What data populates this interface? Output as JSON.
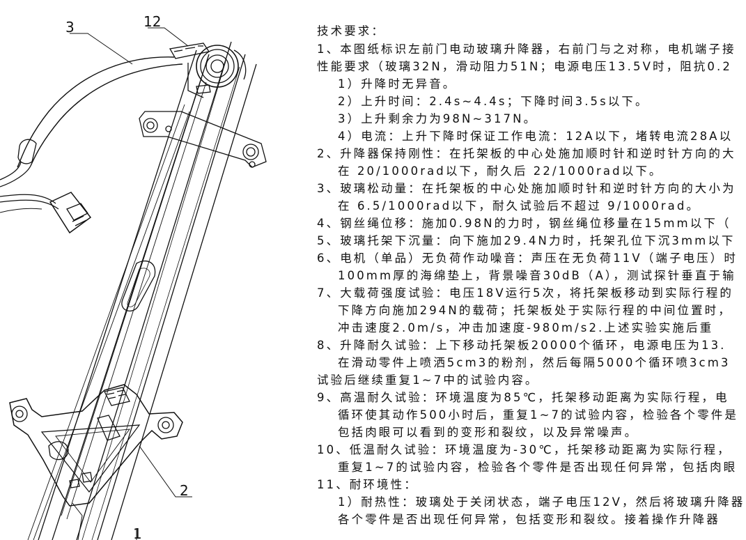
{
  "drawing": {
    "callouts": [
      "3",
      "12",
      "2",
      "1"
    ]
  },
  "notes": {
    "title": "技术要求：",
    "lines": [
      "1、本图纸标识左前门电动玻璃升降器，右前门与之对称，电机端子接",
      "性能要求（玻璃32N，滑动阻力51N；电源电压13.5V时，阻抗0.2",
      "1）升降时无异音。",
      "2）上升时间：2.4s~4.4s；下降时间3.5s以下。",
      "3）上升剩余力为98N~317N。",
      "4）电流：上升下降时保证工作电流：12A以下，堵转电流28A以",
      "2、升降器保持刚性：在托架板的中心处施加顺时针和逆时针方向的大",
      "在  20/1000rad以下，耐久后  22/1000rad以下。",
      "3、玻璃松动量：在托架板的中心处施加顺时针和逆时针方向的大小为",
      "在  6.5/1000rad以下，耐久试验后不超过  9/1000rad。",
      "4、钢丝绳位移：施加0.98N的力时，钢丝绳位移量在15mm以下（",
      "5、玻璃托架下沉量：向下施加29.4N力时，托架孔位下沉3mm以下",
      "6、电机（单品）无负荷作动噪音：声压在无负荷11V（端子电压）时",
      "100mm厚的海绵垫上，背景噪音30dB（A），测试探针垂直于输",
      "7、大载荷强度试验：电压18V运行5次，将托架板移动到实际行程的",
      "下降方向施加294N的载荷；托架板处于实际行程的中间位置时，",
      "冲击速度2.0m/s，冲击加速度-980m/s2.上述实验实施后重",
      "8、升降耐久试验：上下移动托架板20000个循环，电源电压为13.",
      "在滑动零件上喷洒5cm3的粉剂，然后每隔5000个循环喷3cm3",
      "试验后继续重复1~7中的试验内容。",
      "9、高温耐久试验：环境温度为85℃，托架移动距离为实际行程，电",
      "循环使其动作500小时后，重复1~7的试验内容，检验各个零件是",
      "包括肉眼可以看到的变形和裂纹，以及异常噪声。",
      "10、低温耐久试验：环境温度为-30℃，托架移动距离为实际行程，",
      "重复1~7的试验内容，检验各个零件是否出现任何异常，包括肉眼",
      "11、耐环境性：",
      "1）耐热性：玻璃处于关闭状态，端子电压12V，然后将玻璃升降器",
      "各个零件是否出现任何异常，包括变形和裂纹。接着操作升降器"
    ]
  }
}
